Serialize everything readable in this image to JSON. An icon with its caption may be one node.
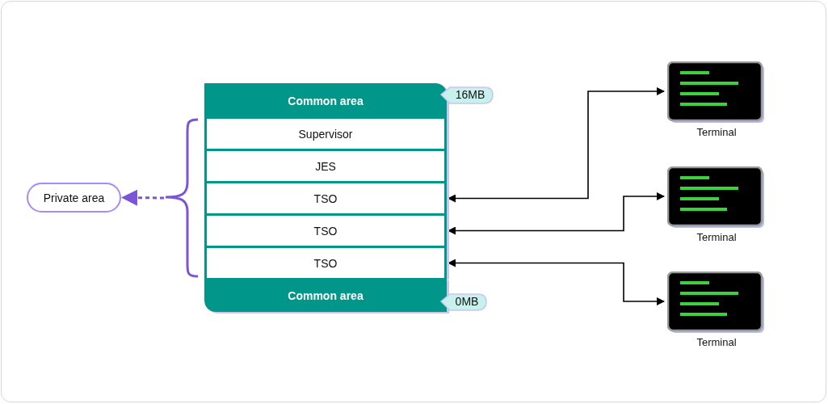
{
  "diagram": {
    "nodes": [
      {
        "text": [
          "Private area"
        ]
      },
      {
        "text": [
          "Common area"
        ]
      },
      {
        "text": [
          "Supervisor"
        ]
      },
      {
        "text": [
          "JES"
        ]
      },
      {
        "text": [
          "TSO"
        ]
      },
      {
        "text": [
          "TSO"
        ]
      },
      {
        "text": [
          "TSO"
        ]
      },
      {
        "text": [
          "Common area"
        ]
      },
      {
        "text": [
          "16MB"
        ]
      },
      {
        "text": [
          "0MB"
        ]
      },
      {
        "text": [
          "Terminal"
        ]
      },
      {
        "text": [
          "Terminal"
        ]
      },
      {
        "text": [
          "Terminal"
        ]
      },
      {
        "text": [],
        "shape": "bracket"
      }
    ],
    "edges": [
      {
        "from": 13,
        "to": 0,
        "arrow": "to",
        "style": "dashed",
        "color": "#7b55d8"
      },
      {
        "from": 4,
        "to": 10,
        "arrow": "both"
      },
      {
        "from": 5,
        "to": 11,
        "arrow": "both"
      },
      {
        "from": 6,
        "to": 12,
        "arrow": "both"
      }
    ]
  }
}
